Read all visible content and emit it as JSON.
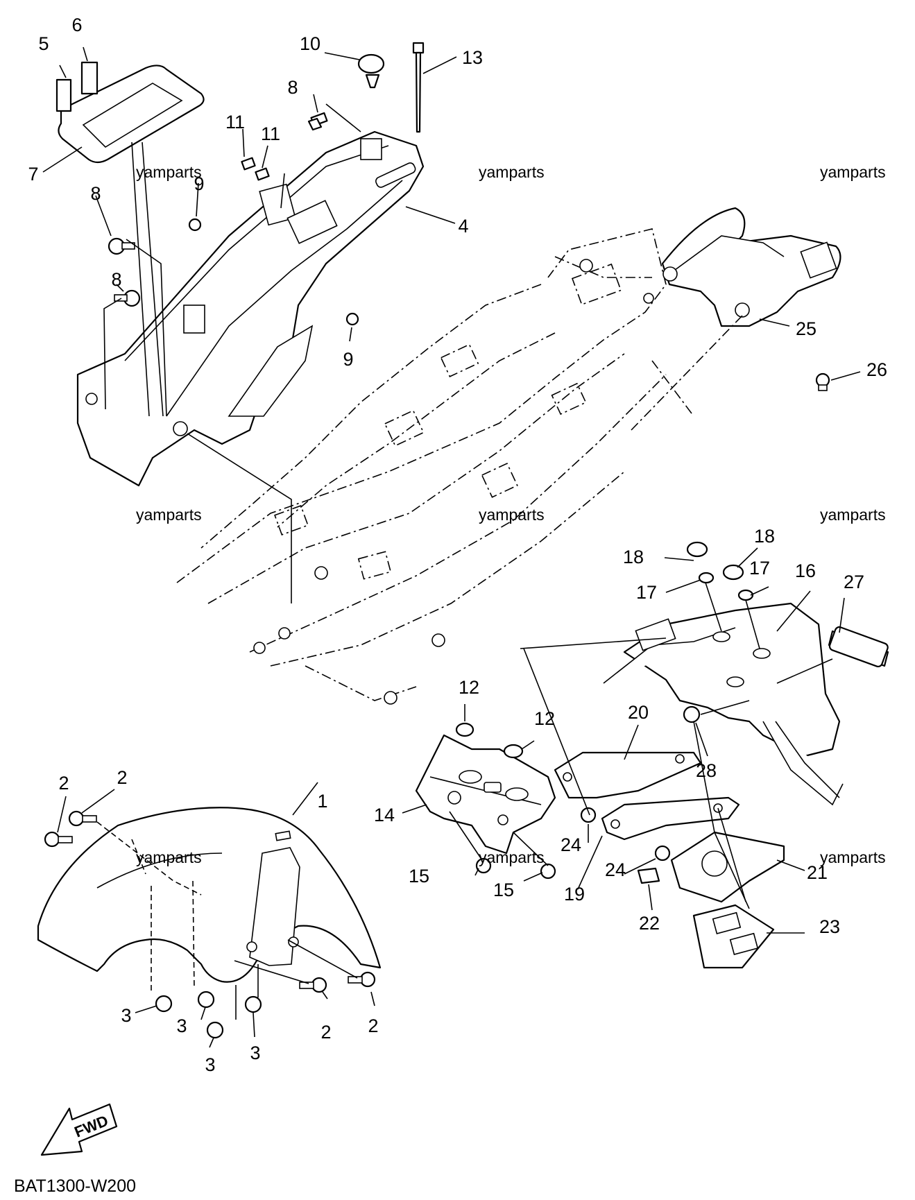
{
  "diagram_code": "BAT1300-W200",
  "watermark": "yamparts",
  "fwd_label": "FWD",
  "callouts": {
    "c1": "1",
    "c2": "2",
    "c3": "3",
    "c4": "4",
    "c5": "5",
    "c6": "6",
    "c7": "7",
    "c8": "8",
    "c9": "9",
    "c10": "10",
    "c11": "11",
    "c12": "12",
    "c13": "13",
    "c14": "14",
    "c15": "15",
    "c16": "16",
    "c17": "17",
    "c18": "18",
    "c19": "19",
    "c20": "20",
    "c21": "21",
    "c22": "22",
    "c23": "23",
    "c24": "24",
    "c25": "25",
    "c26": "26",
    "c27": "27",
    "c28": "28"
  }
}
